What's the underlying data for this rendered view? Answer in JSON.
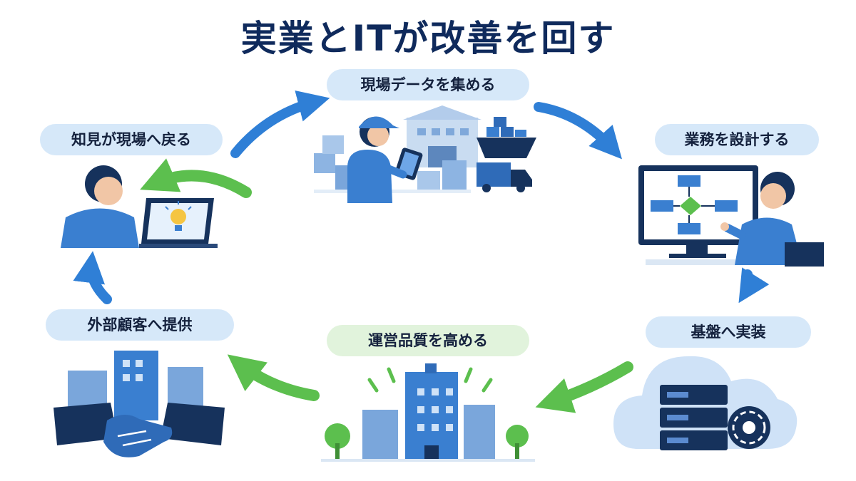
{
  "title": "実業とITが改善を回す",
  "steps": [
    {
      "label": "現場データを集める"
    },
    {
      "label": "業務を設計する"
    },
    {
      "label": "基盤へ実装"
    },
    {
      "label": "運営品質を高める"
    },
    {
      "label": "外部顧客へ提供"
    },
    {
      "label": "知見が現場へ戻る"
    }
  ],
  "colors": {
    "title": "#0f2a5c",
    "pill_blue": "#d6e8f9",
    "pill_green": "#e1f3dc",
    "arrow_blue": "#2f7fd6",
    "arrow_green": "#5cbf4e",
    "navy": "#16325c",
    "accent_blue": "#3a7fd0"
  }
}
